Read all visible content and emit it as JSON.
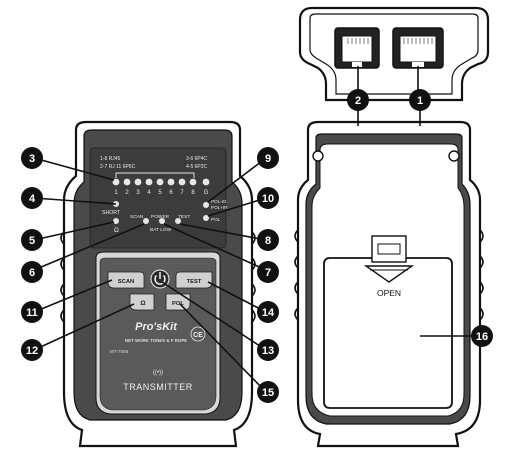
{
  "front": {
    "led_header_left_1": "1-8 RJ45",
    "led_header_left_2": "2-7 RJ 11 6P6C",
    "led_header_right_1": "3-6 6P4C",
    "led_header_right_2": "4-5 6P2C",
    "led_numbers": [
      "1",
      "2",
      "3",
      "4",
      "5",
      "6",
      "7",
      "8",
      "G"
    ],
    "short_label": "SHORT",
    "ohm_label": "Ω",
    "pol_label_1": "POL-IG",
    "pol_label_2": "POL+IR",
    "pol_label_3": "POL",
    "scan_led_label": "SCAN",
    "power_label": "POWER",
    "batlow_label": "BAT LOW",
    "test_led_label": "TEST",
    "btn_scan": "SCAN",
    "btn_test": "TEST",
    "btn_ohm": "Ω",
    "btn_pol": "POL",
    "brand": "Pro'sKit",
    "tagline": "NET WORK   TONES & F   ROPE",
    "model": "MT-7008",
    "ce_mark": "CE",
    "signal_glyph": "((•))",
    "device_name": "TRANSMITTER"
  },
  "back": {
    "open_label": "OPEN"
  },
  "callouts": [
    "1",
    "2",
    "3",
    "4",
    "5",
    "6",
    "7",
    "8",
    "9",
    "10",
    "11",
    "12",
    "13",
    "14",
    "15",
    "16"
  ],
  "colors": {
    "body_dark": "#4a4a4a",
    "panel_light": "#d8d8d8",
    "callout_fill": "#111111",
    "outline": "#111111"
  }
}
